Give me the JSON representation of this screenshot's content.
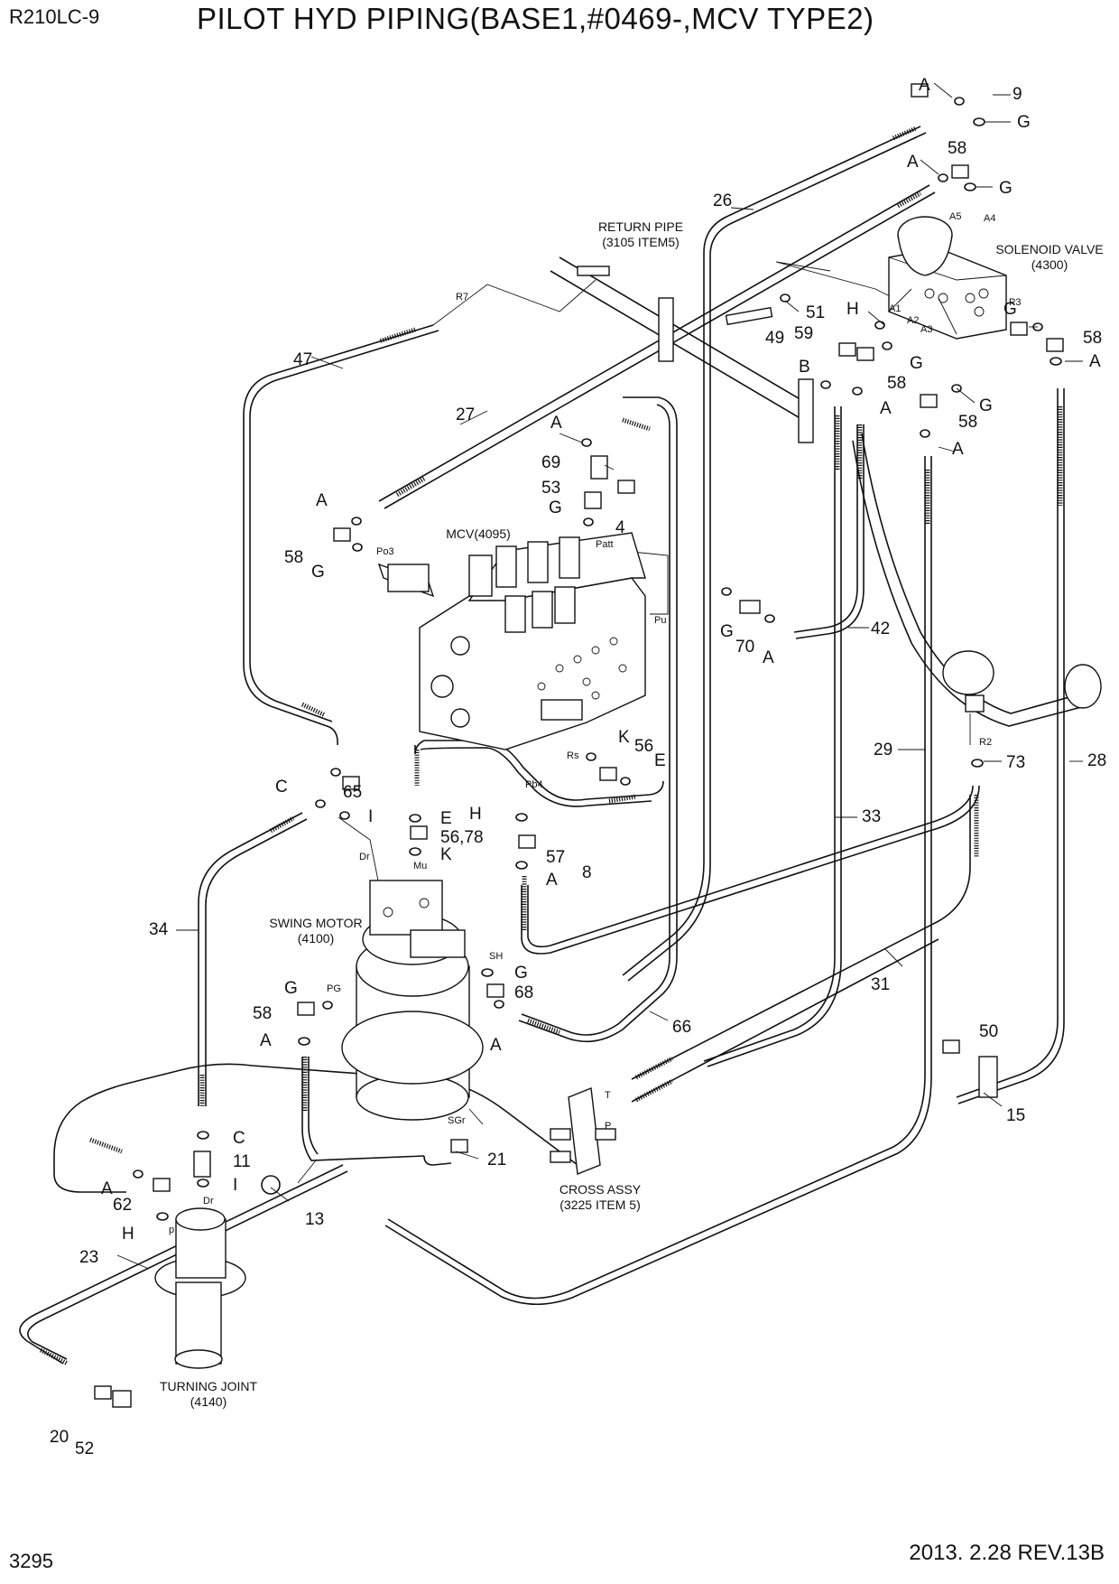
{
  "header": {
    "model": "R210LC-9",
    "title": "PILOT HYD PIPING(BASE1,#0469-,MCV TYPE2)"
  },
  "footer": {
    "page_number": "3295",
    "revision": "2013. 2.28  REV.13B"
  },
  "components": {
    "return_pipe": [
      "RETURN PIPE",
      "(3105 ITEM5)"
    ],
    "solenoid_valve": [
      "SOLENOID VALVE",
      "(4300)"
    ],
    "mcv": [
      "MCV(4095)"
    ],
    "swing_motor": [
      "SWING MOTOR",
      "(4100)"
    ],
    "cross_assy": [
      "CROSS ASSY",
      "(3225 ITEM 5)"
    ],
    "turning_joint": [
      "TURNING JOINT",
      "(4140)"
    ]
  },
  "callouts": [
    {
      "id": "c9",
      "text": "9"
    },
    {
      "id": "cG1",
      "text": "G"
    },
    {
      "id": "cA1",
      "text": "A"
    },
    {
      "id": "c58a",
      "text": "58"
    },
    {
      "id": "cA2",
      "text": "A"
    },
    {
      "id": "cG2",
      "text": "G"
    },
    {
      "id": "c26",
      "text": "26"
    },
    {
      "id": "c51",
      "text": "51"
    },
    {
      "id": "cH1",
      "text": "H"
    },
    {
      "id": "c49",
      "text": "49"
    },
    {
      "id": "c59",
      "text": "59"
    },
    {
      "id": "cG3",
      "text": "G"
    },
    {
      "id": "c58b",
      "text": "58"
    },
    {
      "id": "cB",
      "text": "B"
    },
    {
      "id": "cA3",
      "text": "A"
    },
    {
      "id": "cG4",
      "text": "G"
    },
    {
      "id": "c58c",
      "text": "58"
    },
    {
      "id": "cA4",
      "text": "A"
    },
    {
      "id": "cG5",
      "text": "G"
    },
    {
      "id": "c58d",
      "text": "58"
    },
    {
      "id": "cA5",
      "text": "A"
    },
    {
      "id": "c47",
      "text": "47"
    },
    {
      "id": "c27",
      "text": "27"
    },
    {
      "id": "cA6",
      "text": "A"
    },
    {
      "id": "c69",
      "text": "69"
    },
    {
      "id": "c53",
      "text": "53"
    },
    {
      "id": "cG6",
      "text": "G"
    },
    {
      "id": "c4",
      "text": "4"
    },
    {
      "id": "cA7",
      "text": "A"
    },
    {
      "id": "c58e",
      "text": "58"
    },
    {
      "id": "cG7",
      "text": "G"
    },
    {
      "id": "cG8",
      "text": "G"
    },
    {
      "id": "c70",
      "text": "70"
    },
    {
      "id": "cA8",
      "text": "A"
    },
    {
      "id": "c42",
      "text": "42"
    },
    {
      "id": "c29",
      "text": "29"
    },
    {
      "id": "c73",
      "text": "73"
    },
    {
      "id": "c28",
      "text": "28"
    },
    {
      "id": "cK1",
      "text": "K"
    },
    {
      "id": "c56a",
      "text": "56"
    },
    {
      "id": "cE1",
      "text": "E"
    },
    {
      "id": "cC1",
      "text": "C"
    },
    {
      "id": "c65",
      "text": "65"
    },
    {
      "id": "cI1",
      "text": "I"
    },
    {
      "id": "cE2",
      "text": "E"
    },
    {
      "id": "cH2",
      "text": "H"
    },
    {
      "id": "c5678",
      "text": "56,78"
    },
    {
      "id": "cK2",
      "text": "K"
    },
    {
      "id": "c57",
      "text": "57"
    },
    {
      "id": "c8",
      "text": "8"
    },
    {
      "id": "cA9",
      "text": "A"
    },
    {
      "id": "c33",
      "text": "33"
    },
    {
      "id": "c34",
      "text": "34"
    },
    {
      "id": "cG9",
      "text": "G"
    },
    {
      "id": "c68",
      "text": "68"
    },
    {
      "id": "cG10",
      "text": "G"
    },
    {
      "id": "c58f",
      "text": "58"
    },
    {
      "id": "cA10",
      "text": "A"
    },
    {
      "id": "cA11",
      "text": "A"
    },
    {
      "id": "c31",
      "text": "31"
    },
    {
      "id": "c66",
      "text": "66"
    },
    {
      "id": "c50",
      "text": "50"
    },
    {
      "id": "c15",
      "text": "15"
    },
    {
      "id": "cC2",
      "text": "C"
    },
    {
      "id": "c11",
      "text": "11"
    },
    {
      "id": "cA12",
      "text": "A"
    },
    {
      "id": "cI2",
      "text": "I"
    },
    {
      "id": "c62",
      "text": "62"
    },
    {
      "id": "c21",
      "text": "21"
    },
    {
      "id": "cH3",
      "text": "H"
    },
    {
      "id": "c13",
      "text": "13"
    },
    {
      "id": "c23",
      "text": "23"
    },
    {
      "id": "c20",
      "text": "20"
    },
    {
      "id": "c52",
      "text": "52"
    }
  ],
  "port_labels": [
    {
      "id": "pA5",
      "text": "A5"
    },
    {
      "id": "pA4",
      "text": "A4"
    },
    {
      "id": "pP3",
      "text": "P3"
    },
    {
      "id": "pA1",
      "text": "A1"
    },
    {
      "id": "pA2",
      "text": "A2"
    },
    {
      "id": "pA3",
      "text": "A3"
    },
    {
      "id": "pR7",
      "text": "R7"
    },
    {
      "id": "pPo3",
      "text": "Po3"
    },
    {
      "id": "pPatt",
      "text": "Patt"
    },
    {
      "id": "pPu",
      "text": "Pu"
    },
    {
      "id": "pRs",
      "text": "Rs"
    },
    {
      "id": "pPb4",
      "text": "Pb4"
    },
    {
      "id": "pR2",
      "text": "R2"
    },
    {
      "id": "pDr1",
      "text": "Dr"
    },
    {
      "id": "pMu",
      "text": "Mu"
    },
    {
      "id": "pSH",
      "text": "SH"
    },
    {
      "id": "pPG",
      "text": "PG"
    },
    {
      "id": "pSGr",
      "text": "SGr"
    },
    {
      "id": "pT",
      "text": "T"
    },
    {
      "id": "pP",
      "text": "P"
    },
    {
      "id": "pDr2",
      "text": "Dr"
    },
    {
      "id": "pp",
      "text": "p"
    }
  ]
}
